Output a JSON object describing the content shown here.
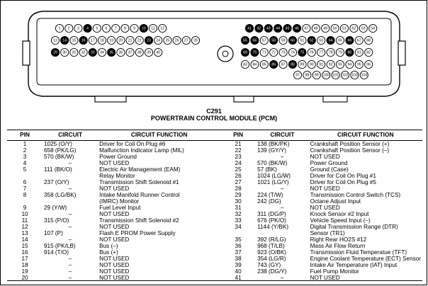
{
  "diagram": {
    "labels_row1": [
      "1",
      "2",
      "3",
      "4",
      "5",
      "6",
      "7",
      "8",
      "9",
      "10",
      "11",
      "12"
    ],
    "labels_row2": [
      "13",
      "14",
      "15",
      "16",
      "17",
      "18",
      "19",
      "20",
      "21",
      "22",
      "23",
      "24",
      "25",
      "26",
      "27",
      "28"
    ],
    "labels_row3": [
      "29",
      "30",
      "31",
      "32",
      "33",
      "34",
      "35",
      "36",
      "37",
      "38",
      "39",
      "40"
    ],
    "labels_right_row1": [
      "41",
      "42",
      "43",
      "44",
      "45",
      "46",
      "47",
      "48",
      "49",
      "50",
      "51",
      "52",
      "53",
      "54"
    ],
    "labels_right_row2": [
      "55",
      "56",
      "57",
      "58",
      "59",
      "60",
      "61",
      "62",
      "63",
      "64",
      "65",
      "66",
      "67",
      "68"
    ],
    "labels_right_row3": [
      "69",
      "70",
      "71",
      "72",
      "73",
      "74",
      "75",
      "76",
      "77",
      "78",
      "79",
      "80",
      "81",
      "82"
    ],
    "labels_right_row4": [
      "83",
      "84",
      "85",
      "86",
      "87",
      "88",
      "89",
      "90",
      "91",
      "92",
      "93",
      "94",
      "95",
      "96"
    ],
    "labels_right_row5": [
      "97",
      "98",
      "99",
      "100",
      "101",
      "102",
      "103",
      "104"
    ]
  },
  "caption": {
    "code": "C291",
    "title": "POWERTRAIN CONTROL MODULE (PCM)"
  },
  "table": {
    "headers": [
      "PIN",
      "CIRCUIT",
      "CIRCUIT FUNCTION",
      "PIN",
      "CIRCUIT",
      "CIRCUIT FUNCTION"
    ],
    "left_rows": [
      {
        "pin": "1",
        "circuit": "1025 (O/Y)",
        "func": "Driver for Coil On Plug #6"
      },
      {
        "pin": "2",
        "circuit": "658 (PK/LG)",
        "func": "Malfunction Indicator Lamp (MIL)"
      },
      {
        "pin": "3",
        "circuit": "570 (BK/W)",
        "func": "Power Ground"
      },
      {
        "pin": "4",
        "circuit": "–",
        "func": "NOT USED"
      },
      {
        "pin": "5",
        "circuit": "111 (BK/O)",
        "func": "Electric Air Management (EAM)"
      },
      {
        "pin": "",
        "circuit": "",
        "func": "Relay Monitor",
        "indent": true
      },
      {
        "pin": "6",
        "circuit": "237 (O/Y)",
        "func": "Transmission Shift Solenoid #1"
      },
      {
        "pin": "7",
        "circuit": "–",
        "func": "NOT USED"
      },
      {
        "pin": "8",
        "circuit": "358 (LG/BK)",
        "func": "Intake Manifold Runner Control"
      },
      {
        "pin": "",
        "circuit": "",
        "func": "(IMRC) Monitor",
        "indent": true
      },
      {
        "pin": "9",
        "circuit": "29 (Y/W)",
        "func": "Fuel Level Input"
      },
      {
        "pin": "10",
        "circuit": "–",
        "func": "NOT USED"
      },
      {
        "pin": "11",
        "circuit": "315 (P/O)",
        "func": "Transmission Shift Solenoid #2"
      },
      {
        "pin": "12",
        "circuit": "–",
        "func": "NOT USED"
      },
      {
        "pin": "13",
        "circuit": "107 (P)",
        "func": "Flash E PROM Power Supply"
      },
      {
        "pin": "14",
        "circuit": "–",
        "func": "NOT USED"
      },
      {
        "pin": "15",
        "circuit": "915 (PK/LB)",
        "func": "Bus (–)"
      },
      {
        "pin": "16",
        "circuit": "914 (T/O)",
        "func": "Bus (+)"
      },
      {
        "pin": "17",
        "circuit": "–",
        "func": "NOT USED"
      },
      {
        "pin": "18",
        "circuit": "–",
        "func": "NOT USED"
      },
      {
        "pin": "19",
        "circuit": "–",
        "func": "NOT USED"
      },
      {
        "pin": "20",
        "circuit": "–",
        "func": "NOT USED"
      }
    ],
    "right_rows": [
      {
        "pin": "21",
        "circuit": "138 (BK/PK)",
        "func": "Crankshaft Position Sensor (+)"
      },
      {
        "pin": "22",
        "circuit": "139 (GY/Y)",
        "func": "Crankshaft Position Sensor (–)"
      },
      {
        "pin": "23",
        "circuit": "–",
        "func": "NOT USED"
      },
      {
        "pin": "24",
        "circuit": "570 (BK/W)",
        "func": "Power Ground"
      },
      {
        "pin": "25",
        "circuit": "57 (BK)",
        "func": "Ground (Case)"
      },
      {
        "pin": "26",
        "circuit": "1024 (LG/W)",
        "func": "Driver for Coil On Plug #1"
      },
      {
        "pin": "27",
        "circuit": "1021 (LG/Y)",
        "func": "Driver for Coil On Plug #5"
      },
      {
        "pin": "28",
        "circuit": "–",
        "func": "NOT USED"
      },
      {
        "pin": "29",
        "circuit": "224 (T/W)",
        "func": "Transmission Control Switch (TCS)"
      },
      {
        "pin": "30",
        "circuit": "242 (DG)",
        "func": "Octane Adjust Input"
      },
      {
        "pin": "31",
        "circuit": "–",
        "func": "NOT USED"
      },
      {
        "pin": "32",
        "circuit": "311 (DG/P)",
        "func": "Knock Sensor #2 Input"
      },
      {
        "pin": "33",
        "circuit": "676 (PK/O)",
        "func": "Vehicle Speed Input (–)"
      },
      {
        "pin": "34",
        "circuit": "1144 (Y/BK)",
        "func": "Digital Transmission Range (DTR)"
      },
      {
        "pin": "",
        "circuit": "",
        "func": "Sensor (TR1)",
        "indent": true
      },
      {
        "pin": "35",
        "circuit": "392 (R/LG)",
        "func": "Right Rear HO2S #12"
      },
      {
        "pin": "36",
        "circuit": "968 (T/LB)",
        "func": "Mass Air Flow Return"
      },
      {
        "pin": "37",
        "circuit": "923 (O/BK)",
        "func": "Transmission Fluid Temperatue (TFT)"
      },
      {
        "pin": "38",
        "circuit": "354 (LG/R)",
        "func": "Engine Coolant Temperature (ECT) Sensor"
      },
      {
        "pin": "39",
        "circuit": "743 (GY)",
        "func": "Intake Air Temperature (IAT) Input"
      },
      {
        "pin": "40",
        "circuit": "238 (DG/Y)",
        "func": "Fuel Pump Monitor"
      },
      {
        "pin": "41",
        "circuit": "–",
        "func": "NOT USED"
      }
    ]
  }
}
